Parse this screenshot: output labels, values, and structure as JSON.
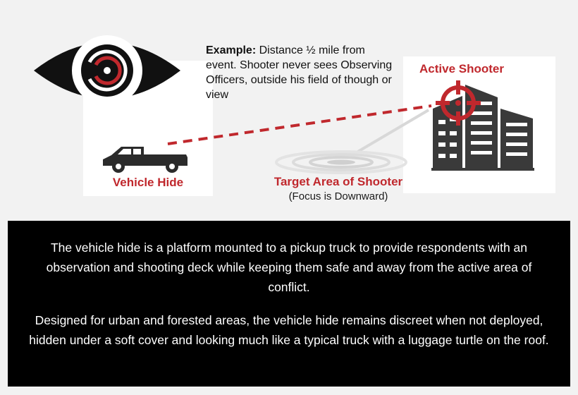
{
  "example": {
    "lead": "Example:",
    "text": " Distance ½ mile from event. Shooter never sees Observing Officers, outside his field of though or view"
  },
  "labels": {
    "vehicle_hide": "Vehicle Hide",
    "active_shooter": "Active Shooter",
    "target_area": "Target Area of Shooter",
    "focus": "(Focus is Downward)"
  },
  "description": {
    "paragraph_1": "The vehicle hide is a platform mounted to a pickup truck to provide respondents with an observation and shooting deck while keeping them safe and away from the active area of conflict.",
    "paragraph_2": "Designed for urban and forested areas, the vehicle hide remains discreet when not deployed, hidden under a soft cover and looking much like a typical truck with a luggage turtle on the roof."
  },
  "icons": [
    "eye-icon",
    "pickup-truck-icon",
    "building-icon",
    "crosshair-icon",
    "target-rings-icon"
  ],
  "colors": {
    "accent_red": "#c0282d",
    "dark_gray": "#3a3a3a",
    "background": "#f2f2f2",
    "info_box": "#000000"
  }
}
